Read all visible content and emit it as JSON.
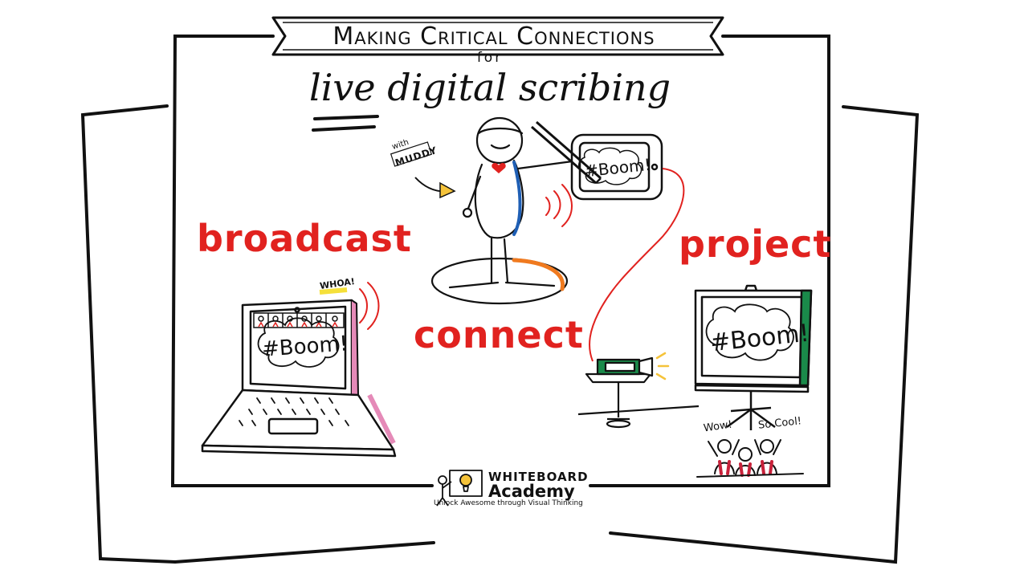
{
  "banner": {
    "title": "Making Critical Connections",
    "for": "for"
  },
  "subtitle": "live digital scribing",
  "labels": {
    "broadcast": "broadcast",
    "connect": "connect",
    "project": "project"
  },
  "annotations": {
    "with": "with",
    "muddy": "MUDDY",
    "whoa": "WHOA!",
    "wow": "Wow!",
    "so_cool": "So Cool!"
  },
  "boom": {
    "tablet": "#Boom!",
    "laptop": "#Boom!",
    "screen": "#Boom!"
  },
  "logo": {
    "line1": "WHITEBOARD",
    "line2": "Academy",
    "tagline": "Unlock Awesome through Visual Thinking"
  },
  "colors": {
    "accent_red": "#e1221f",
    "ink": "#111111",
    "orange": "#f07a1f",
    "blue": "#1f5fb5",
    "green": "#1a8a4a",
    "pink": "#e58ab8"
  },
  "icons": [
    "laptop-icon",
    "tablet-icon",
    "stick-figure-icon",
    "projector-icon",
    "projection-screen-icon",
    "audience-icon",
    "heart-icon",
    "lightbulb-icon"
  ]
}
